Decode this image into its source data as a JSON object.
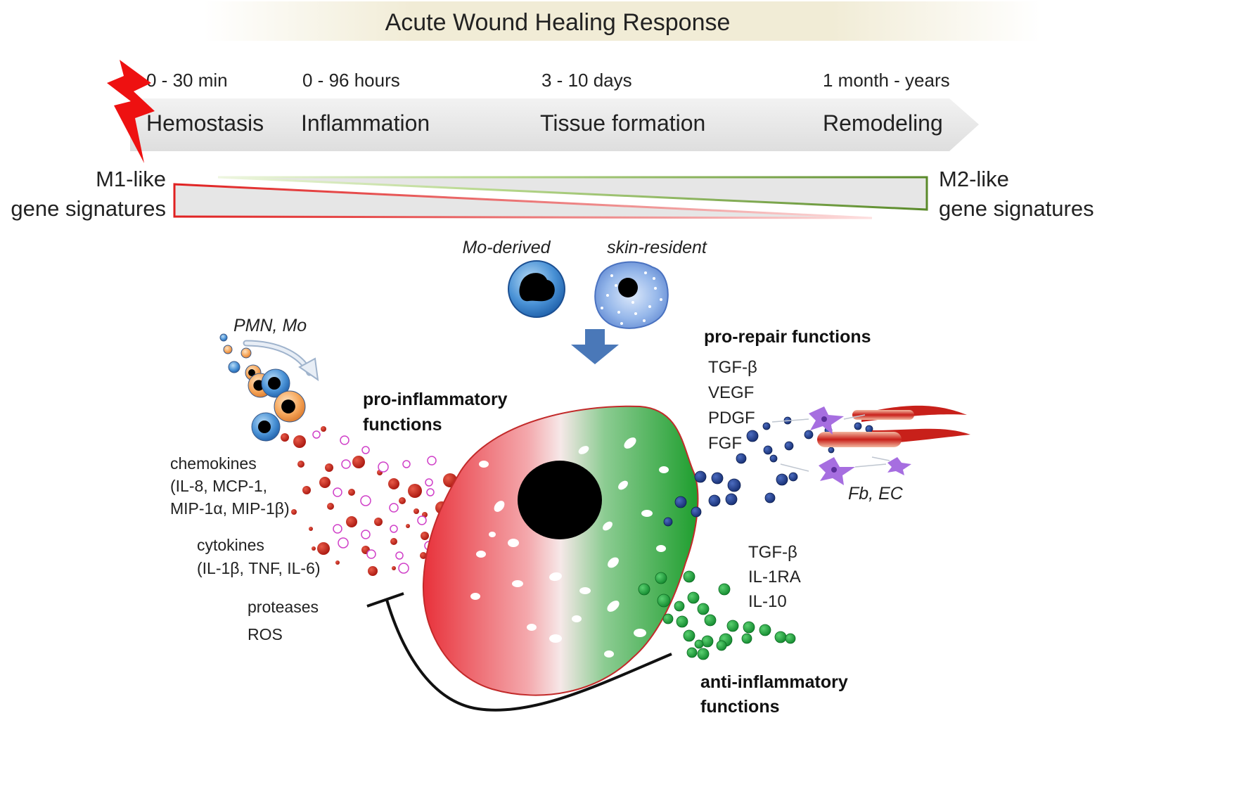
{
  "title": "Acute Wound Healing Response",
  "phases": [
    {
      "time": "0 - 30 min",
      "name": "Hemostasis"
    },
    {
      "time": "0 - 96 hours",
      "name": "Inflammation"
    },
    {
      "time": "3 - 10 days",
      "name": "Tissue formation"
    },
    {
      "time": "1 month - years",
      "name": "Remodeling"
    }
  ],
  "m1": {
    "line1": "M1-like",
    "line2": "gene signatures"
  },
  "m2": {
    "line1": "M2-like",
    "line2": "gene signatures"
  },
  "cells": {
    "mo_derived": "Mo-derived",
    "skin_resident": "skin-resident"
  },
  "pmn_mo": "PMN, Mo",
  "pro_inflammatory": {
    "line1": "pro-inflammatory",
    "line2": "functions"
  },
  "chemokines": {
    "line1": "chemokines",
    "line2": "(IL-8, MCP-1,",
    "line3": "MIP-1α, MIP-1β)"
  },
  "cytokines": {
    "line1": "cytokines",
    "line2": "(IL-1β, TNF, IL-6)"
  },
  "proteases": "proteases",
  "ros": "ROS",
  "pro_repair": {
    "title": "pro-repair functions",
    "factors": [
      "TGF-β",
      "VEGF",
      "PDGF",
      "FGF"
    ]
  },
  "fb_ec": "Fb, EC",
  "anti_inflammatory": {
    "factors": [
      "TGF-β",
      "IL-1RA",
      "IL-10"
    ],
    "line1": "anti-inflammatory",
    "line2": "functions"
  },
  "colors": {
    "m1_red": "#e02020",
    "m2_green": "#5a8a2a",
    "cell_red": "#e8313a",
    "cell_green": "#1e9e2e",
    "arrow_blue": "#4a78b8",
    "dot_red": "#c0281c",
    "dot_pink": "#d040c8",
    "dot_navy": "#22408a",
    "dot_green": "#20a840"
  }
}
